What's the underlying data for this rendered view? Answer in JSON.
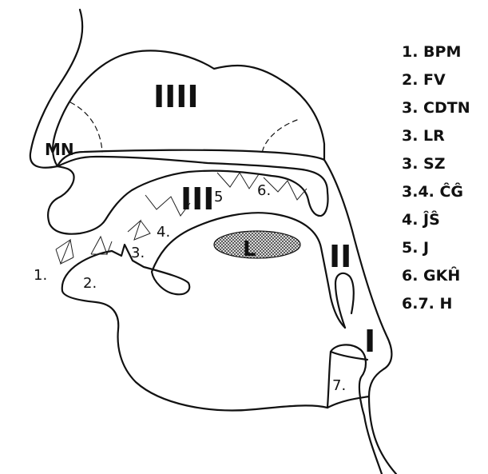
{
  "labels": {
    "region_4": "IIII",
    "region_3": "III",
    "region_2": "II",
    "region_1": "I",
    "nasal": "MN",
    "tongue": "L",
    "p1": "1.",
    "p2": "2.",
    "p3": "3.",
    "p4": "4.",
    "p5": "5",
    "p6": "6.",
    "p7": "7."
  },
  "legend": [
    "1. BPM",
    "2. FV",
    "3. CDTN",
    "3. LR",
    "3. SZ",
    "3.4. ĈĜ",
    "4. ĴŜ",
    "5. J",
    "6. GKĤ",
    "6.7. H"
  ],
  "colors": {
    "ink": "#111111",
    "tongue_fill": "#8a8a8a",
    "paper": "#ffffff"
  }
}
